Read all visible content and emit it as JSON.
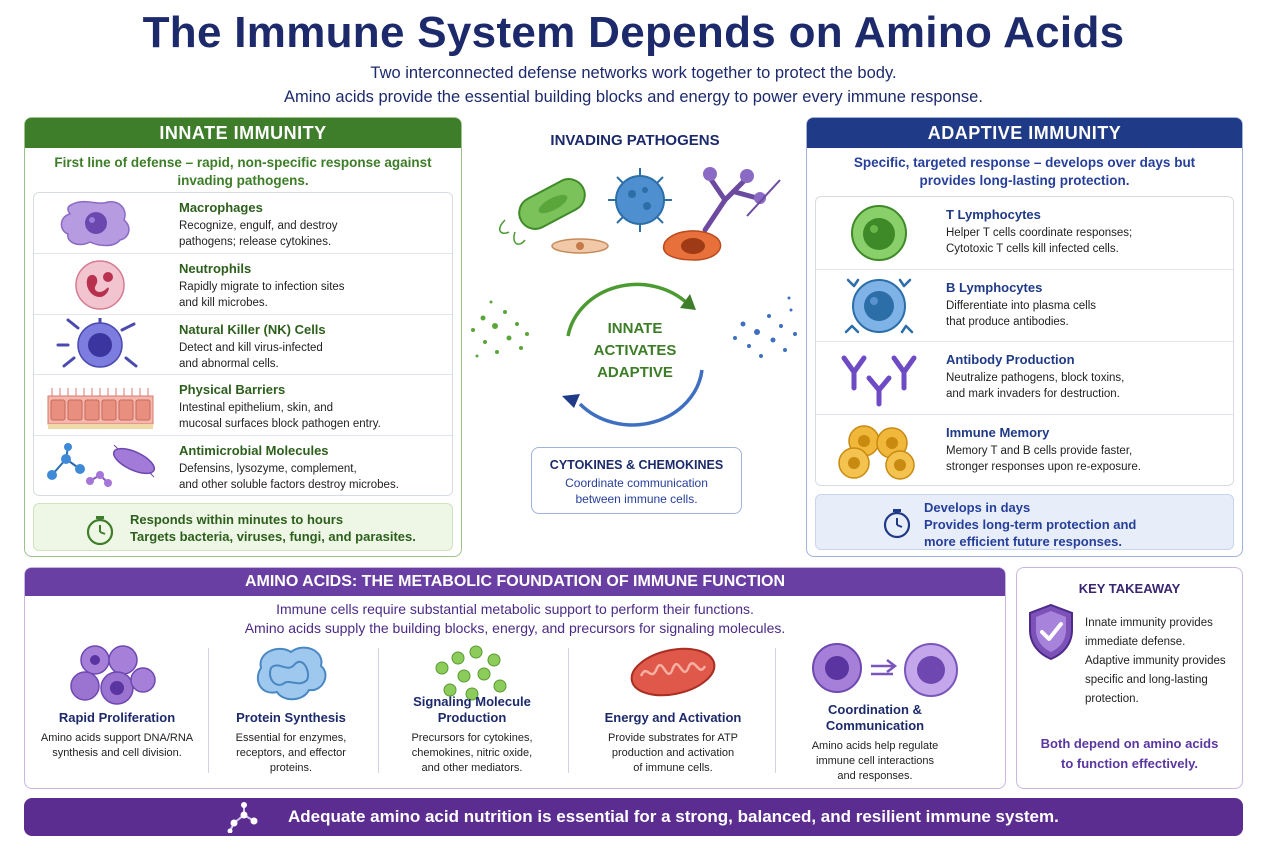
{
  "header": {
    "title": "The Immune System Depends on Amino Acids",
    "subtitle_1": "Two interconnected defense networks work together to protect the body.",
    "subtitle_2": "Amino acids provide the essential building blocks and energy to power every immune response."
  },
  "innate": {
    "title": "INNATE IMMUNITY",
    "description": "First line of defense – rapid, non-specific response against invading pathogens.",
    "items": [
      {
        "name": "Macrophages",
        "desc": "Recognize, engulf, and destroy\npathogens; release cytokines.",
        "icon": "macrophage-icon"
      },
      {
        "name": "Neutrophils",
        "desc": "Rapidly migrate to infection sites\nand kill microbes.",
        "icon": "neutrophil-icon"
      },
      {
        "name": "Natural Killer (NK) Cells",
        "desc": "Detect and kill virus-infected\nand abnormal cells.",
        "icon": "nk-cell-icon"
      },
      {
        "name": "Physical Barriers",
        "desc": "Intestinal epithelium, skin, and\nmucosal surfaces block pathogen entry.",
        "icon": "epithelium-icon"
      },
      {
        "name": "Antimicrobial Molecules",
        "desc": "Defensins, lysozyme, complement,\nand other soluble factors destroy microbes.",
        "icon": "molecule-icon"
      }
    ],
    "note_1": "Responds within minutes to hours",
    "note_2": "Targets bacteria, viruses, fungi, and parasites."
  },
  "center": {
    "pathogens_title": "INVADING PATHOGENS",
    "cycle_line_1": "INNATE",
    "cycle_line_2": "ACTIVATES",
    "cycle_line_3": "ADAPTIVE",
    "cytokines_title": "CYTOKINES & CHEMOKINES",
    "cytokines_desc": "Coordinate communication\nbetween immune cells."
  },
  "adaptive": {
    "title": "ADAPTIVE IMMUNITY",
    "description": "Specific, targeted response – develops over days but provides long-lasting protection.",
    "items": [
      {
        "name": "T Lymphocytes",
        "desc": "Helper T cells coordinate responses;\nCytotoxic T cells kill infected cells.",
        "icon": "t-cell-icon"
      },
      {
        "name": "B Lymphocytes",
        "desc": "Differentiate into plasma cells\nthat produce antibodies.",
        "icon": "b-cell-icon"
      },
      {
        "name": "Antibody Production",
        "desc": "Neutralize pathogens, block toxins,\nand mark invaders for destruction.",
        "icon": "antibody-icon"
      },
      {
        "name": "Immune Memory",
        "desc": "Memory T and B cells provide faster,\nstronger responses upon re-exposure.",
        "icon": "memory-cells-icon"
      }
    ],
    "note_1": "Develops in days",
    "note_2": "Provides long-term protection and",
    "note_3": "more efficient future responses."
  },
  "amino": {
    "title": "AMINO ACIDS: THE METABOLIC FOUNDATION OF IMMUNE FUNCTION",
    "desc_1": "Immune cells require substantial metabolic support to perform their functions.",
    "desc_2": "Amino acids supply the building blocks, energy, and precursors for signaling molecules.",
    "columns": [
      {
        "name": "Rapid Proliferation",
        "desc": "Amino acids support DNA/RNA\nsynthesis and cell division."
      },
      {
        "name": "Protein Synthesis",
        "desc": "Essential for enzymes,\nreceptors, and effector\nproteins."
      },
      {
        "name": "Signaling Molecule\nProduction",
        "desc": "Precursors for cytokines,\nchemokines, nitric oxide,\nand other mediators."
      },
      {
        "name": "Energy and Activation",
        "desc": "Provide substrates for ATP\nproduction and activation\nof immune cells."
      },
      {
        "name": "Coordination &\nCommunication",
        "desc": "Amino acids help regulate\nimmune cell interactions\nand responses."
      }
    ]
  },
  "key": {
    "title": "KEY TAKEAWAY",
    "text": "Innate immunity provides\nimmediate defense.\nAdaptive immunity provides\nspecific and long-lasting\nprotection.",
    "footer": "Both depend on amino acids\nto function effectively."
  },
  "banner": {
    "text": "Adequate amino acid nutrition is essential for a strong, balanced, and resilient immune system."
  },
  "colors": {
    "innate": "#3e7d2a",
    "adaptive": "#1f3a86",
    "amino": "#6a3fa3",
    "title": "#1c2a6b"
  }
}
